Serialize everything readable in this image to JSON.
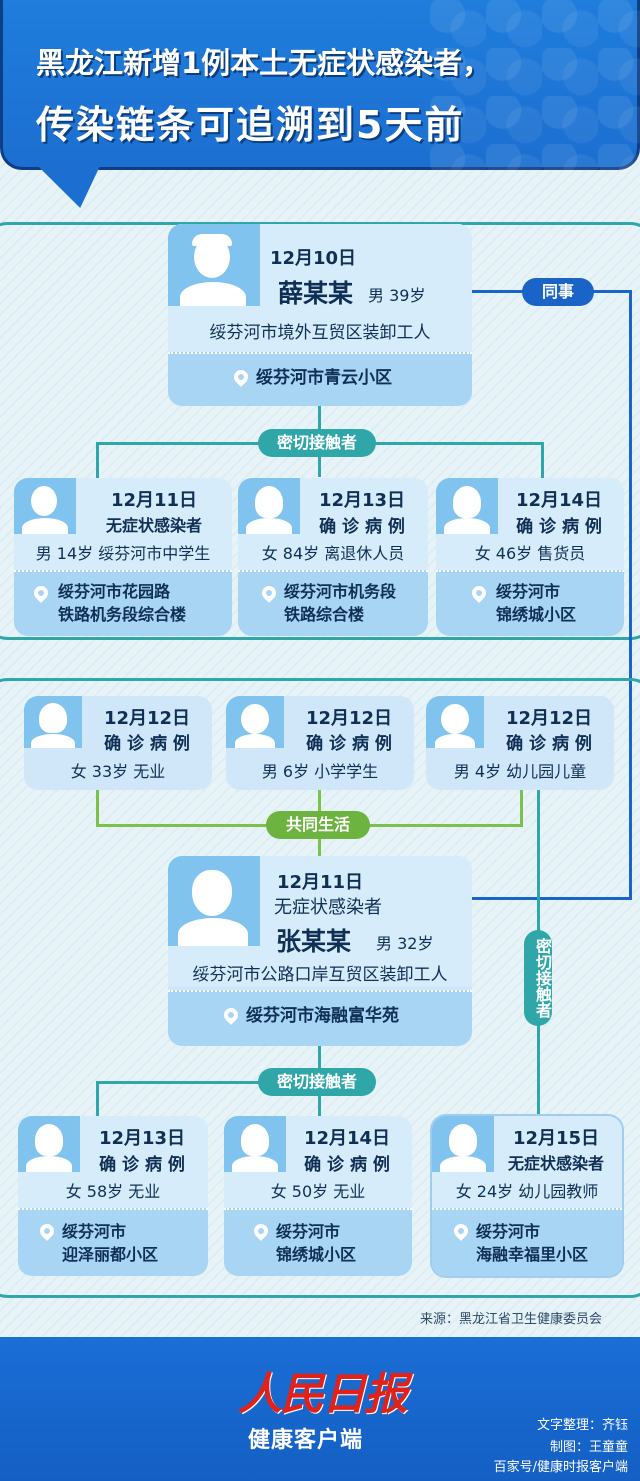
{
  "header": {
    "title_line1": "黑龙江新增1例本土无症状感染者，",
    "title_line2": "传染链条可追溯到5天前"
  },
  "colors": {
    "header_blue": "#1f7ddc",
    "frame_teal": "#2fa7a8",
    "card_light": "#cfe7f8",
    "avatar_blue": "#7fc3ee",
    "footer_blue": "#1a6ed6"
  },
  "section1": {
    "main": {
      "date": "12月10日",
      "name": "薛某某",
      "gender_age": "男 39岁",
      "job": "绥芬河市境外互贸区装卸工人",
      "location": "绥芬河市青云小区",
      "icon": "male-avatar-icon"
    },
    "relation_right": "同事",
    "relation_down": "密切接触者",
    "contacts": [
      {
        "date": "12月11日",
        "type": "无症状感染者",
        "info": "男 14岁  绥芬河市中学生",
        "loc1": "绥芬河市花园路",
        "loc2": "铁路机务段综合楼",
        "icon": "male-avatar-icon"
      },
      {
        "date": "12月13日",
        "type": "确 诊 病 例",
        "info": "女 84岁  离退休人员",
        "loc1": "绥芬河市机务段",
        "loc2": "铁路综合楼",
        "icon": "female-avatar-icon"
      },
      {
        "date": "12月14日",
        "type": "确 诊 病 例",
        "info": "女 46岁  售货员",
        "loc1": "绥芬河市",
        "loc2": "锦绣城小区",
        "icon": "female-avatar-icon"
      }
    ]
  },
  "section2": {
    "family": [
      {
        "date": "12月12日",
        "type": "确 诊 病 例",
        "info": "女 33岁  无业",
        "icon": "female-avatar-icon"
      },
      {
        "date": "12月12日",
        "type": "确 诊 病 例",
        "info": "男 6岁  小学学生",
        "icon": "child-avatar-icon"
      },
      {
        "date": "12月12日",
        "type": "确 诊 病 例",
        "info": "男 4岁  幼儿园儿童",
        "icon": "child-avatar-icon"
      }
    ],
    "relation_family": "共同生活",
    "main": {
      "date": "12月11日",
      "type": "无症状感染者",
      "name": "张某某",
      "gender_age": "男  32岁",
      "job": "绥芬河市公路口岸互贸区装卸工人",
      "location": "绥芬河市海融富华苑",
      "icon": "male-avatar-icon"
    },
    "relation_side": "密切接触者",
    "relation_down": "密切接触者",
    "contacts": [
      {
        "date": "12月13日",
        "type": "确 诊 病 例",
        "info": "女 58岁  无业",
        "loc1": "绥芬河市",
        "loc2": "迎泽丽都小区",
        "icon": "female-avatar-icon"
      },
      {
        "date": "12月14日",
        "type": "确 诊 病 例",
        "info": "女 50岁  无业",
        "loc1": "绥芬河市",
        "loc2": "锦绣城小区",
        "icon": "female-avatar-icon"
      },
      {
        "date": "12月15日",
        "type": "无症状感染者",
        "info": "女 24岁  幼儿园教师",
        "loc1": "绥芬河市",
        "loc2": "海融幸福里小区",
        "icon": "female-avatar-icon"
      }
    ]
  },
  "source": "来源：黑龙江省卫生健康委员会",
  "footer": {
    "logo_main": "人民日报",
    "logo_sub": "健康客户端",
    "credit1": "文字整理：齐钰",
    "credit2": "制图：王童童",
    "credit3": "百家号/健康时报客户端"
  }
}
